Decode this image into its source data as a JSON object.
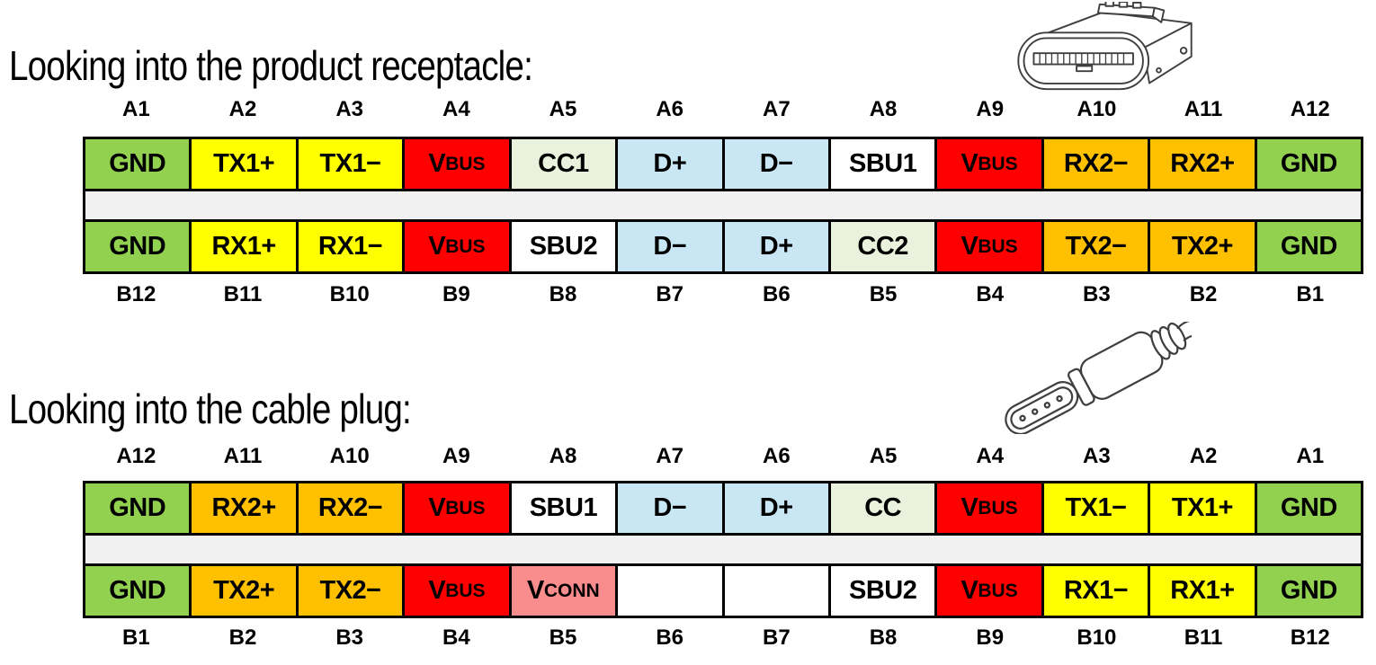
{
  "colors": {
    "gnd_green": "#92D050",
    "lane1_yellow": "#FFFF00",
    "lane2_orange": "#FFC000",
    "vbus_red": "#FF0000",
    "cc_pale": "#EAF1DC",
    "usb2_blue": "#C9E6F5",
    "sbu_white": "#FFFFFF",
    "vconn_pink": "#F98C8C",
    "separator_gray": "#F1F1F1",
    "border_black": "#000000"
  },
  "sections": [
    {
      "id": "receptacle",
      "title": "Looking into the product receptacle:",
      "illustration": "usb-c-receptacle-line-drawing",
      "top_pins": [
        {
          "pin": "A1",
          "name": "GND",
          "main": "GND",
          "small": "",
          "color": "gnd_green"
        },
        {
          "pin": "A2",
          "name": "TX1+",
          "main": "TX1+",
          "small": "",
          "color": "lane1_yellow"
        },
        {
          "pin": "A3",
          "name": "TX1-",
          "main": "TX1−",
          "small": "",
          "color": "lane1_yellow"
        },
        {
          "pin": "A4",
          "name": "VBUS",
          "main": "V",
          "small": "BUS",
          "color": "vbus_red"
        },
        {
          "pin": "A5",
          "name": "CC1",
          "main": "CC1",
          "small": "",
          "color": "cc_pale"
        },
        {
          "pin": "A6",
          "name": "D+",
          "main": "D+",
          "small": "",
          "color": "usb2_blue"
        },
        {
          "pin": "A7",
          "name": "D-",
          "main": "D−",
          "small": "",
          "color": "usb2_blue"
        },
        {
          "pin": "A8",
          "name": "SBU1",
          "main": "SBU1",
          "small": "",
          "color": "sbu_white"
        },
        {
          "pin": "A9",
          "name": "VBUS",
          "main": "V",
          "small": "BUS",
          "color": "vbus_red"
        },
        {
          "pin": "A10",
          "name": "RX2-",
          "main": "RX2−",
          "small": "",
          "color": "lane2_orange"
        },
        {
          "pin": "A11",
          "name": "RX2+",
          "main": "RX2+",
          "small": "",
          "color": "lane2_orange"
        },
        {
          "pin": "A12",
          "name": "GND",
          "main": "GND",
          "small": "",
          "color": "gnd_green"
        }
      ],
      "bottom_pins": [
        {
          "pin": "B12",
          "name": "GND",
          "main": "GND",
          "small": "",
          "color": "gnd_green"
        },
        {
          "pin": "B11",
          "name": "RX1+",
          "main": "RX1+",
          "small": "",
          "color": "lane1_yellow"
        },
        {
          "pin": "B10",
          "name": "RX1-",
          "main": "RX1−",
          "small": "",
          "color": "lane1_yellow"
        },
        {
          "pin": "B9",
          "name": "VBUS",
          "main": "V",
          "small": "BUS",
          "color": "vbus_red"
        },
        {
          "pin": "B8",
          "name": "SBU2",
          "main": "SBU2",
          "small": "",
          "color": "sbu_white"
        },
        {
          "pin": "B7",
          "name": "D-",
          "main": "D−",
          "small": "",
          "color": "usb2_blue"
        },
        {
          "pin": "B6",
          "name": "D+",
          "main": "D+",
          "small": "",
          "color": "usb2_blue"
        },
        {
          "pin": "B5",
          "name": "CC2",
          "main": "CC2",
          "small": "",
          "color": "cc_pale"
        },
        {
          "pin": "B4",
          "name": "VBUS",
          "main": "V",
          "small": "BUS",
          "color": "vbus_red"
        },
        {
          "pin": "B3",
          "name": "TX2-",
          "main": "TX2−",
          "small": "",
          "color": "lane2_orange"
        },
        {
          "pin": "B2",
          "name": "TX2+",
          "main": "TX2+",
          "small": "",
          "color": "lane2_orange"
        },
        {
          "pin": "B1",
          "name": "GND",
          "main": "GND",
          "small": "",
          "color": "gnd_green"
        }
      ]
    },
    {
      "id": "plug",
      "title": "Looking into the cable plug:",
      "illustration": "usb-c-plug-with-cable-line-drawing",
      "top_pins": [
        {
          "pin": "A12",
          "name": "GND",
          "main": "GND",
          "small": "",
          "color": "gnd_green"
        },
        {
          "pin": "A11",
          "name": "RX2+",
          "main": "RX2+",
          "small": "",
          "color": "lane2_orange"
        },
        {
          "pin": "A10",
          "name": "RX2-",
          "main": "RX2−",
          "small": "",
          "color": "lane2_orange"
        },
        {
          "pin": "A9",
          "name": "VBUS",
          "main": "V",
          "small": "BUS",
          "color": "vbus_red"
        },
        {
          "pin": "A8",
          "name": "SBU1",
          "main": "SBU1",
          "small": "",
          "color": "sbu_white"
        },
        {
          "pin": "A7",
          "name": "D-",
          "main": "D−",
          "small": "",
          "color": "usb2_blue"
        },
        {
          "pin": "A6",
          "name": "D+",
          "main": "D+",
          "small": "",
          "color": "usb2_blue"
        },
        {
          "pin": "A5",
          "name": "CC",
          "main": "CC",
          "small": "",
          "color": "cc_pale"
        },
        {
          "pin": "A4",
          "name": "VBUS",
          "main": "V",
          "small": "BUS",
          "color": "vbus_red"
        },
        {
          "pin": "A3",
          "name": "TX1-",
          "main": "TX1−",
          "small": "",
          "color": "lane1_yellow"
        },
        {
          "pin": "A2",
          "name": "TX1+",
          "main": "TX1+",
          "small": "",
          "color": "lane1_yellow"
        },
        {
          "pin": "A1",
          "name": "GND",
          "main": "GND",
          "small": "",
          "color": "gnd_green"
        }
      ],
      "bottom_pins": [
        {
          "pin": "B1",
          "name": "GND",
          "main": "GND",
          "small": "",
          "color": "gnd_green"
        },
        {
          "pin": "B2",
          "name": "TX2+",
          "main": "TX2+",
          "small": "",
          "color": "lane2_orange"
        },
        {
          "pin": "B3",
          "name": "TX2-",
          "main": "TX2−",
          "small": "",
          "color": "lane2_orange"
        },
        {
          "pin": "B4",
          "name": "VBUS",
          "main": "V",
          "small": "BUS",
          "color": "vbus_red"
        },
        {
          "pin": "B5",
          "name": "VCONN",
          "main": "V",
          "small": "CONN",
          "color": "vconn_pink"
        },
        {
          "pin": "B6",
          "name": "",
          "main": "",
          "small": "",
          "color": "sbu_white"
        },
        {
          "pin": "B7",
          "name": "",
          "main": "",
          "small": "",
          "color": "sbu_white"
        },
        {
          "pin": "B8",
          "name": "SBU2",
          "main": "SBU2",
          "small": "",
          "color": "sbu_white"
        },
        {
          "pin": "B9",
          "name": "VBUS",
          "main": "V",
          "small": "BUS",
          "color": "vbus_red"
        },
        {
          "pin": "B10",
          "name": "RX1-",
          "main": "RX1−",
          "small": "",
          "color": "lane1_yellow"
        },
        {
          "pin": "B11",
          "name": "RX1+",
          "main": "RX1+",
          "small": "",
          "color": "lane1_yellow"
        },
        {
          "pin": "B12",
          "name": "GND",
          "main": "GND",
          "small": "",
          "color": "gnd_green"
        }
      ]
    }
  ]
}
